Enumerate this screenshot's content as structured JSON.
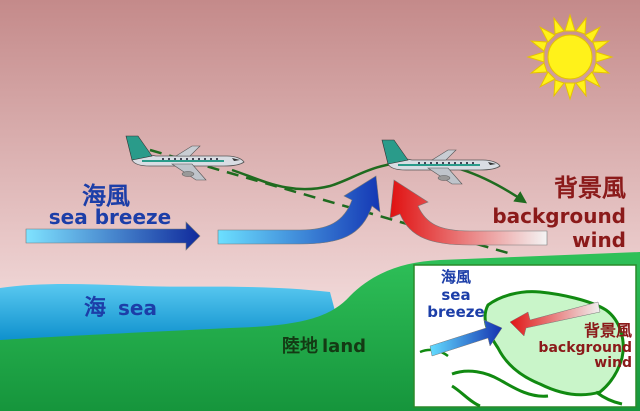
{
  "labels": {
    "sea_breeze_zh": "海風",
    "sea_breeze_en": "sea breeze",
    "bg_wind_zh": "背景風",
    "bg_wind_en_1": "background",
    "bg_wind_en_2": "wind",
    "sea_zh": "海",
    "sea_en": "sea",
    "land_zh": "陸地",
    "land_en": "land"
  },
  "inset": {
    "sea_breeze_zh": "海風",
    "sea_breeze_en_1": "sea",
    "sea_breeze_en_2": "breeze",
    "bg_wind_zh": "背景風",
    "bg_wind_en_1": "background",
    "bg_wind_en_2": "wind"
  },
  "colors": {
    "sky_top": "#c48a8a",
    "sky_bottom": "#fdf3f3",
    "sea": "#1aa7dd",
    "land": "#22b24a",
    "sea_breeze_text": "#1c3ea8",
    "bg_wind_text": "#8b1a1a",
    "flight_path": "#1f6b1f"
  },
  "icons": [
    "sun-icon",
    "airplane-icon",
    "arrow-icon"
  ]
}
